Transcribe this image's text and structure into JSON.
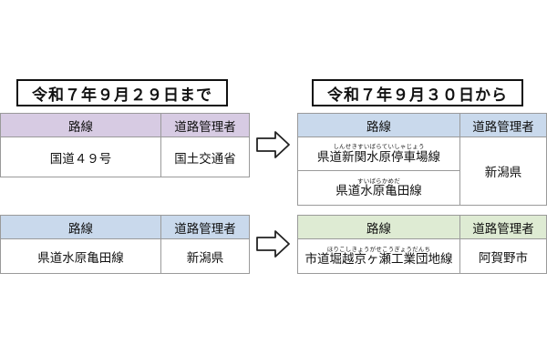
{
  "before": {
    "date_label": "令和７年９月２９日まで",
    "header_accent": "#d7cbe3",
    "table1": {
      "col_route": "路線",
      "col_manager": "道路管理者",
      "route": "国道４９号",
      "manager": "国土交通省"
    },
    "table2": {
      "col_route": "路線",
      "col_manager": "道路管理者",
      "route": "県道水原亀田線",
      "manager": "新潟県"
    }
  },
  "after": {
    "date_label": "令和７年９月３０日から",
    "table1": {
      "col_route": "路線",
      "col_manager": "道路管理者",
      "route1": "県道新関水原停車場線",
      "route1_reading": "しんせきすいばらていしゃじょう",
      "route2": "県道水原亀田線",
      "route2_reading": "すいばらかめだ",
      "manager": "新潟県"
    },
    "table2": {
      "col_route": "路線",
      "col_manager": "道路管理者",
      "route": "市道堀越京ヶ瀬工業団地線",
      "route_reading": "ほりこしきょうがせこうぎょうだんち",
      "manager": "阿賀野市"
    }
  },
  "arrow_icon": "right-arrow-icon"
}
